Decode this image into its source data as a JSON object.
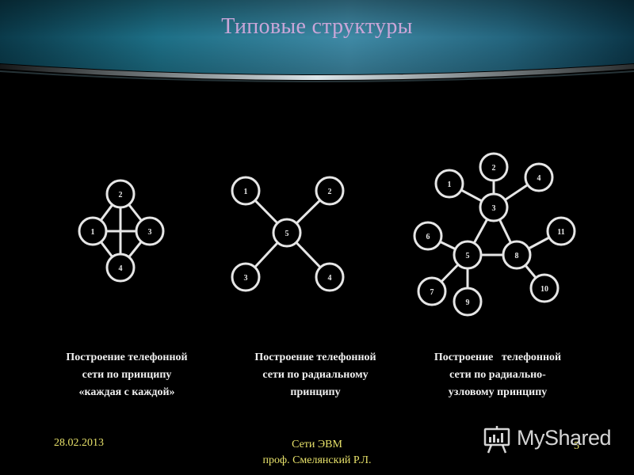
{
  "title": "Типовые структуры",
  "diagrams": [
    {
      "caption": [
        "Построение телефонной",
        "сети по принципу",
        "«каждая с каждой»"
      ],
      "nodes": [
        "1",
        "2",
        "3",
        "4"
      ]
    },
    {
      "caption": [
        "Построение телефонной",
        "сети по радиальному",
        "принципу"
      ],
      "nodes": [
        "1",
        "2",
        "3",
        "4",
        "5"
      ]
    },
    {
      "caption": [
        "Построение   телефонной",
        "сети по радиально-",
        "узловому принципу"
      ],
      "nodes": [
        "1",
        "2",
        "3",
        "4",
        "5",
        "6",
        "7",
        "8",
        "9",
        "10",
        "11"
      ]
    }
  ],
  "footer": {
    "date": "28.02.2013",
    "course": "Сети ЭВМ",
    "author": "проф. Смелянский Р.Л.",
    "page": "5"
  },
  "watermark": "MyShared",
  "colors": {
    "title": "#c9a6d8",
    "footer": "#e8e26a",
    "node_stroke": "#e6e6e6",
    "caption": "#f0f0f0"
  }
}
